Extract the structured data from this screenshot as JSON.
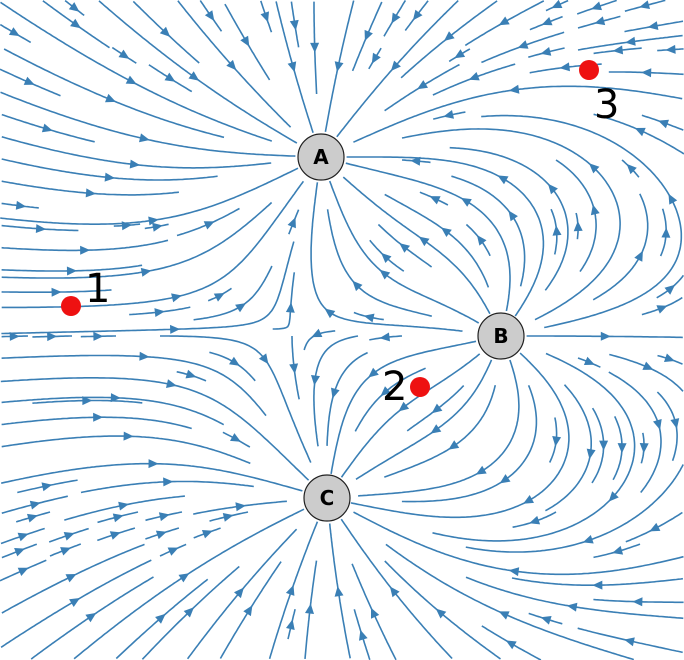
{
  "colors": {
    "field_line": "#3a7fb5",
    "charge_fill": "#cccccc",
    "charge_stroke": "#222222",
    "point_fill": "#ee1111",
    "background": "#ffffff"
  },
  "charges": [
    {
      "id": "A",
      "label": "A",
      "sign": "negative",
      "strength": 1.0
    },
    {
      "id": "B",
      "label": "B",
      "sign": "positive",
      "strength": 0.55
    },
    {
      "id": "C",
      "label": "C",
      "sign": "negative",
      "strength": 1.0
    }
  ],
  "points": [
    {
      "id": "1",
      "label": "1"
    },
    {
      "id": "2",
      "label": "2"
    },
    {
      "id": "3",
      "label": "3"
    }
  ]
}
